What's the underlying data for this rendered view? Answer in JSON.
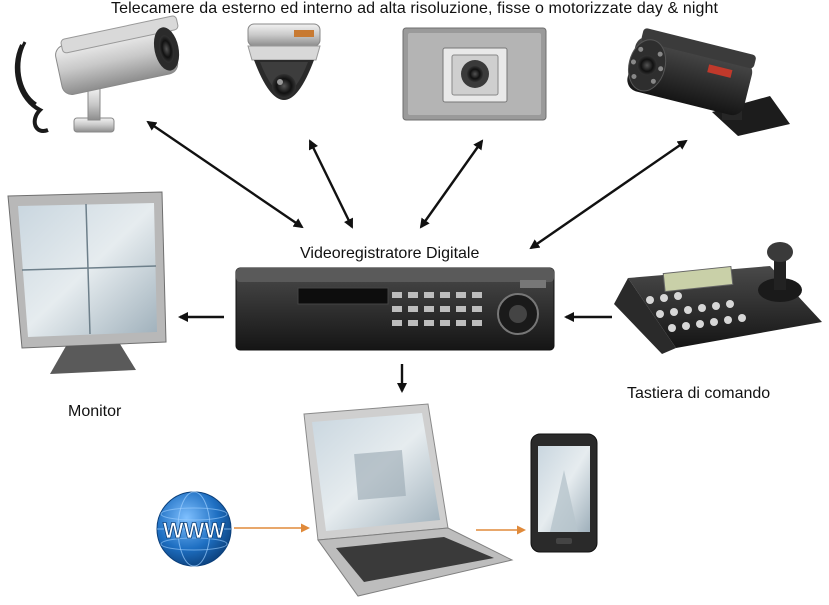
{
  "diagram": {
    "title": "Telecamere da esterno ed interno ad alta risoluzione, fisse o  motorizzate day & night",
    "center_device": {
      "label": "Videoregistratore Digitale",
      "icon": "dvr-icon"
    },
    "cameras": [
      {
        "icon": "bullet-camera-icon"
      },
      {
        "icon": "dome-camera-icon"
      },
      {
        "icon": "flush-mount-camera-icon"
      },
      {
        "icon": "ir-bullet-camera-icon"
      }
    ],
    "monitor": {
      "label": "Monitor",
      "icon": "monitor-icon"
    },
    "keyboard": {
      "label": "Tastiera di comando",
      "icon": "control-keyboard-icon"
    },
    "internet": {
      "text": "WWW",
      "icon": "globe-icon"
    },
    "laptop": {
      "icon": "laptop-icon"
    },
    "smartphone": {
      "icon": "smartphone-icon"
    },
    "colors": {
      "arrow": "#111111",
      "network_arrow": "#e08a3a",
      "globe": "#1e6fc2",
      "device_dark": "#2a2a2a"
    }
  }
}
